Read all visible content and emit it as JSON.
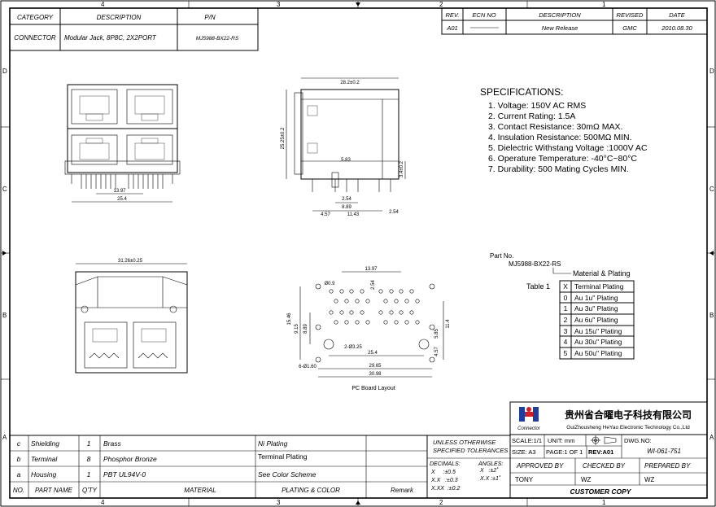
{
  "frame": {
    "zone_cols": [
      "4",
      "3",
      "2",
      "1"
    ],
    "zone_rows": [
      "D",
      "C",
      "B",
      "A"
    ]
  },
  "title_block": {
    "headers": {
      "category": "CATEGORY",
      "description": "DESCRIPTION",
      "pn": "P/N"
    },
    "category": "CONNECTOR",
    "description": "Modular Jack, 8P8C, 2X2PORT",
    "pn": "MJ5988-BX22-RS"
  },
  "revision": {
    "headers": [
      "REV.",
      "ECN NO",
      "DESCRIPTION",
      "REVISED",
      "DATE"
    ],
    "row": {
      "rev": "A01",
      "ecn": "",
      "description": "New Release",
      "revised": "GMC",
      "date": "2010.08.30"
    }
  },
  "specifications": {
    "title": "SPECIFICATIONS:",
    "items": [
      "1. Voltage: 150V AC RMS",
      "2. Current Rating: 1.5A",
      "3. Contact Resistance: 30mΩ MAX.",
      "4. Insulation Resistance: 500MΩ MIN.",
      "5. Dielectric Withstang Voltage :1000V AC",
      "6. Operature Temperature: -40°C~80°C",
      "7. Durability: 500 Mating Cycles MIN."
    ]
  },
  "part_number_code": {
    "part_label": "Part No.",
    "part": "MJ5988-BX22-RS",
    "material_label": "Material & Plating",
    "table_label": "Table 1",
    "headers": [
      "X",
      "Terminal Plating"
    ],
    "rows": [
      [
        "0",
        "Au 1u\" Plating"
      ],
      [
        "1",
        "Au 3u\" Plating"
      ],
      [
        "2",
        "Au 6u\" Plating"
      ],
      [
        "3",
        "Au 15u\" Plating"
      ],
      [
        "4",
        "Au 30u\" Plating"
      ],
      [
        "5",
        "Au 50u\" Plating"
      ]
    ]
  },
  "dimensions": {
    "front": [
      "13.97",
      "25.4"
    ],
    "side": [
      "28.2±0.2",
      "25.25±0.2",
      "3.4±0.2",
      "5.83",
      "2.54",
      "8.89",
      "4.57",
      "11.43",
      "2.54"
    ],
    "bottom": [
      "31.26±0.25"
    ],
    "pcb": [
      "13.97",
      "2.54",
      "Ø0.9",
      "15.46",
      "9.15",
      "8.89",
      "11.4",
      "5.85",
      "2-Ø3.25",
      "25.4",
      "4.57",
      "6-Ø1.60",
      "29.65",
      "30.98"
    ],
    "pcb_caption": "PC Board Layout"
  },
  "bom": {
    "headers": [
      "NO.",
      "PART NAME",
      "Q'TY",
      "MATERIAL",
      "PLATING & COLOR",
      "Remark"
    ],
    "rows": [
      {
        "no": "c",
        "name": "Shielding",
        "qty": "1",
        "material": "Brass",
        "plating": "Ni Plating",
        "remark": ""
      },
      {
        "no": "b",
        "name": "Terminal",
        "qty": "8",
        "material": "Phosphor Bronze",
        "plating": "Terminal Plating",
        "remark": ""
      },
      {
        "no": "a",
        "name": "Housing",
        "qty": "1",
        "material": "PBT UL94V-0",
        "plating": "See Color Scheme",
        "remark": ""
      }
    ]
  },
  "tolerances": {
    "title1": "UNLESS OTHERWISE",
    "title2": "SPECIFIED TOLERANCES",
    "decimals_label": "DECIMALS:",
    "angles_label": "ANGLES:",
    "d1": "X     :±0.5",
    "d2": "X.X   :±0.3",
    "d3": "X.XX  :±0.2",
    "a1": "X   :±2˚",
    "a2": "X.X :±1˚"
  },
  "company": {
    "name_cn": "贵州省合曜电子科技有限公司",
    "name_en": "GuiZhousheng HeYao Electronic Technology Co.,Ltd",
    "logo_text": "Connector"
  },
  "drawing_info": {
    "scale": "SCALE:1/1",
    "unit": "UNIT: mm",
    "dwg_label": "DWG.NO:",
    "size": "SIZE: A3",
    "page": "PAGE:1 OF 1",
    "rev": "REV:A01",
    "dwg_no": "WI-061-751",
    "approved_label": "APPROVED BY",
    "checked_label": "CHECKED BY",
    "prepared_label": "PREPARED BY",
    "approved": "TONY",
    "checked": "WZ",
    "prepared": "WZ",
    "copy_label": "CUSTOMER COPY"
  }
}
